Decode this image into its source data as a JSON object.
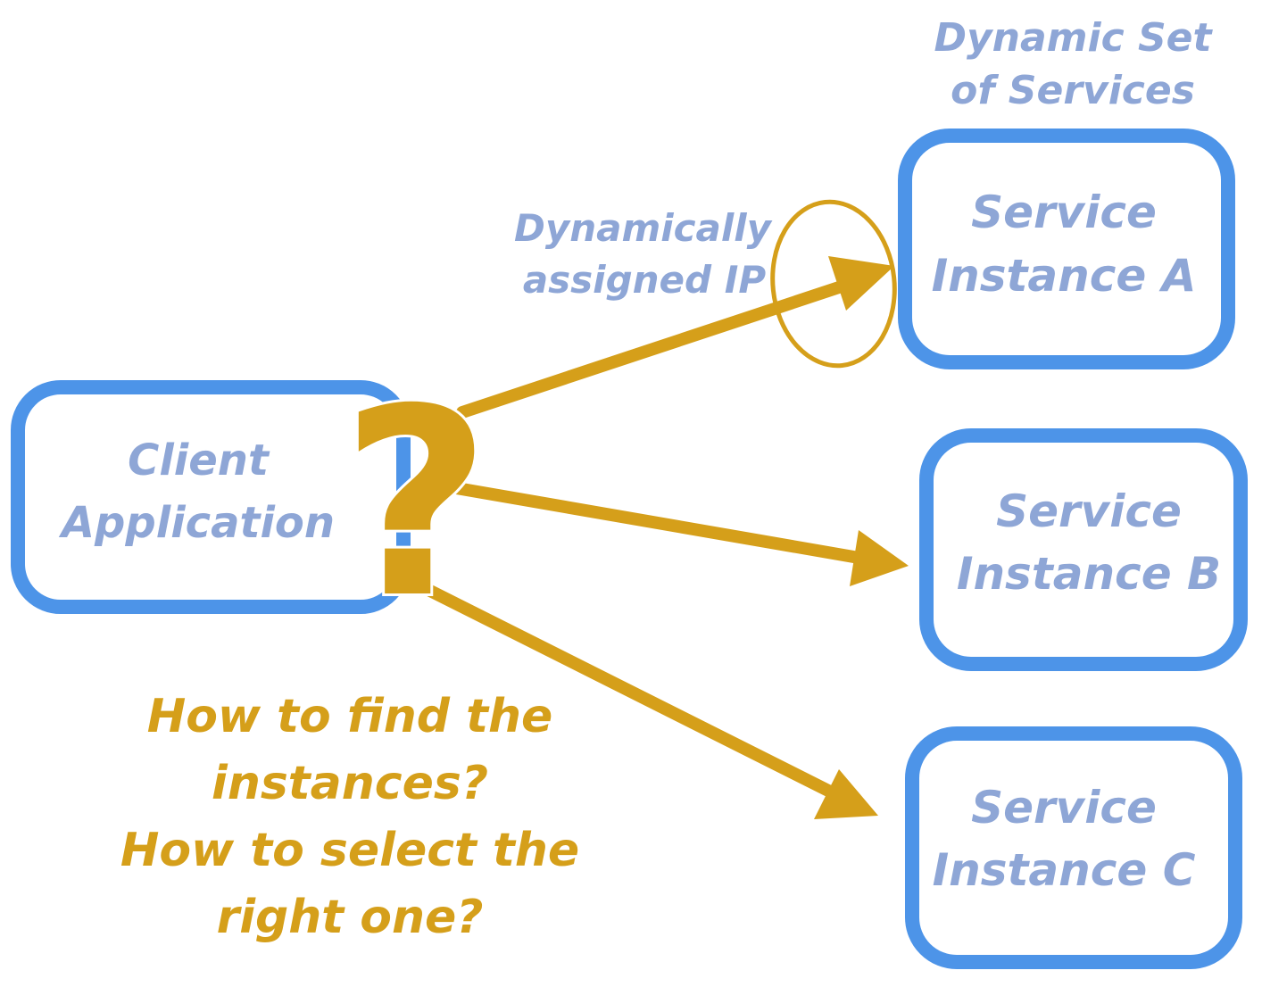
{
  "header": {
    "line1": "Dynamic Set",
    "line2": "of Services"
  },
  "client": {
    "line1": "Client",
    "line2": "Application"
  },
  "services": [
    {
      "line1": "Service",
      "line2": "Instance A"
    },
    {
      "line1": "Service",
      "line2": "Instance B"
    },
    {
      "line1": "Service",
      "line2": "Instance C"
    }
  ],
  "ip_note": {
    "line1": "Dynamically",
    "line2": "assigned IP"
  },
  "question_mark": "?",
  "questions": {
    "line1": "How to find the",
    "line2": "instances?",
    "line3": "How to select the",
    "line4": "right one?"
  },
  "colors": {
    "box_border": "#4d94e8",
    "label_text": "#8ea6d6",
    "accent": "#d59f1a"
  }
}
